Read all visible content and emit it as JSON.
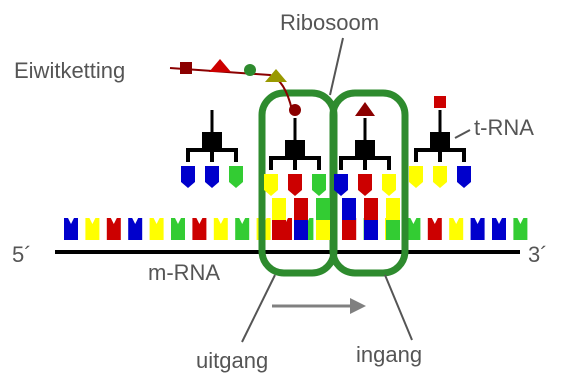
{
  "labels": {
    "ribosome": "Ribosoom",
    "protein_chain": "Eiwitketting",
    "trna": "t-RNA",
    "five_prime": "5´",
    "three_prime": "3´",
    "mrna": "m-RNA",
    "exit": "uitgang",
    "entry": "ingang"
  },
  "colors": {
    "ribosome": "#2e8b2e",
    "trna": "#000000",
    "chain_line": "#8b0000",
    "arrow": "#808080",
    "label_text": "#555555"
  },
  "mrna_codon_colors": [
    "#0000cc",
    "#ffff00",
    "#cc0000",
    "#0000cc",
    "#ffff00",
    "#33cc33",
    "#cc0000",
    "#ffff00",
    "#33cc33",
    "#ffff00",
    "#cc0000",
    "#33cc33",
    "#0000cc",
    "#cc0000",
    "#33cc33",
    "#ffff00",
    "#33cc33",
    "#cc0000",
    "#ffff00",
    "#0000cc",
    "#0000cc",
    "#33cc33"
  ],
  "trna_left_anticodons": [
    "#0000cc",
    "#0000cc",
    "#33cc33"
  ],
  "trna_exit_anticodons": [
    "#ffff00",
    "#cc0000",
    "#33cc33"
  ],
  "trna_entry_anticodons": [
    "#0000cc",
    "#cc0000",
    "#ffff00"
  ],
  "trna_right_anticodons": [
    "#ffff00",
    "#ffff00",
    "#0000cc"
  ],
  "chain_monomers": [
    {
      "shape": "square",
      "color": "#8b0000"
    },
    {
      "shape": "triangle",
      "color": "#cc0000"
    },
    {
      "shape": "circle",
      "color": "#2e8b2e"
    },
    {
      "shape": "triangle",
      "color": "#999900"
    }
  ],
  "amino_exit": {
    "shape": "circle",
    "color": "#8b0000"
  },
  "amino_entry": {
    "shape": "triangle",
    "color": "#8b0000"
  },
  "amino_right": {
    "shape": "square",
    "color": "#cc0000"
  }
}
